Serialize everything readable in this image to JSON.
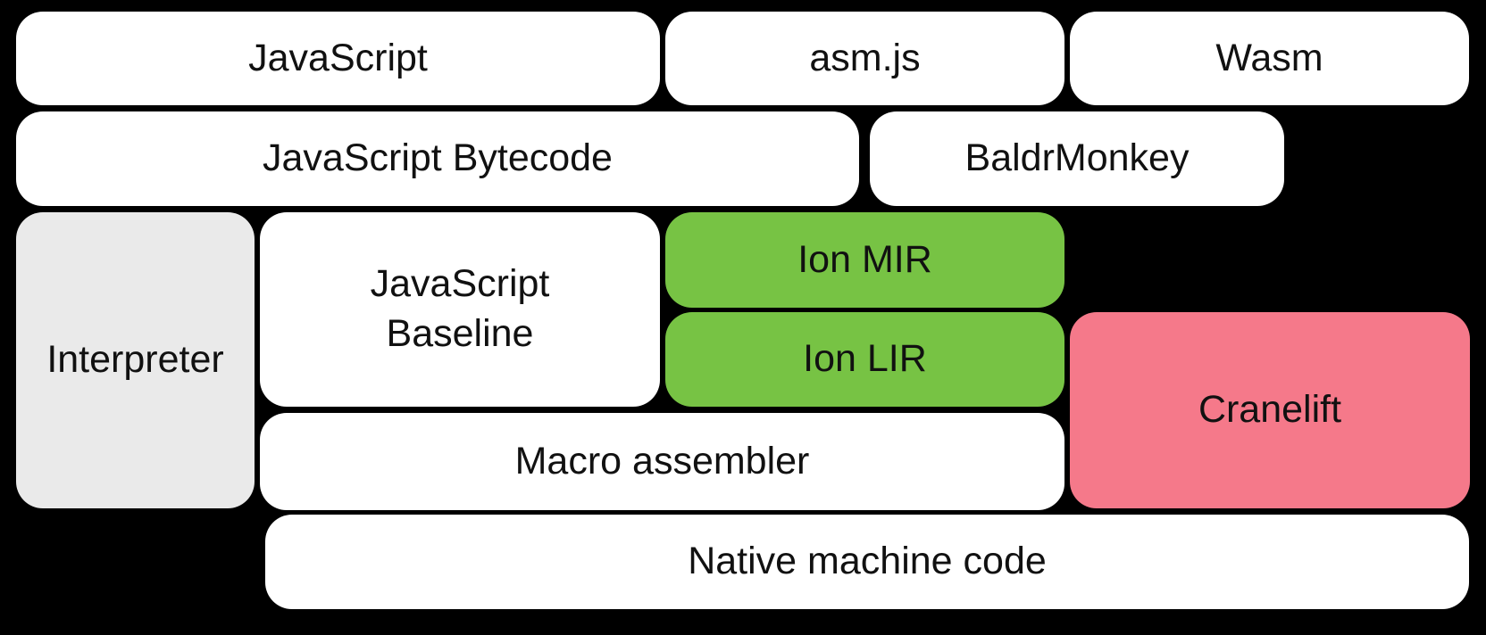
{
  "palette": {
    "background": "#000000",
    "white": "#ffffff",
    "gray": "#eaeaea",
    "green": "#77c344",
    "pink": "#f5798a",
    "text": "#111111"
  },
  "blocks": [
    {
      "id": "javascript",
      "label": "JavaScript",
      "color": "#ffffff"
    },
    {
      "id": "asm-js",
      "label": "asm.js",
      "color": "#ffffff"
    },
    {
      "id": "wasm",
      "label": "Wasm",
      "color": "#ffffff"
    },
    {
      "id": "javascript-bytecode",
      "label": "JavaScript Bytecode",
      "color": "#ffffff"
    },
    {
      "id": "baldrmonkey",
      "label": "BaldrMonkey",
      "color": "#ffffff"
    },
    {
      "id": "interpreter",
      "label": "Interpreter",
      "color": "#eaeaea"
    },
    {
      "id": "javascript-baseline",
      "label": "JavaScript Baseline",
      "color": "#ffffff"
    },
    {
      "id": "ion-mir",
      "label": "Ion MIR",
      "color": "#77c344"
    },
    {
      "id": "ion-lir",
      "label": "Ion LIR",
      "color": "#77c344"
    },
    {
      "id": "cranelift",
      "label": "Cranelift",
      "color": "#f5798a"
    },
    {
      "id": "macro-assembler",
      "label": "Macro assembler",
      "color": "#ffffff"
    },
    {
      "id": "native-machine-code",
      "label": "Native machine code",
      "color": "#ffffff"
    }
  ]
}
